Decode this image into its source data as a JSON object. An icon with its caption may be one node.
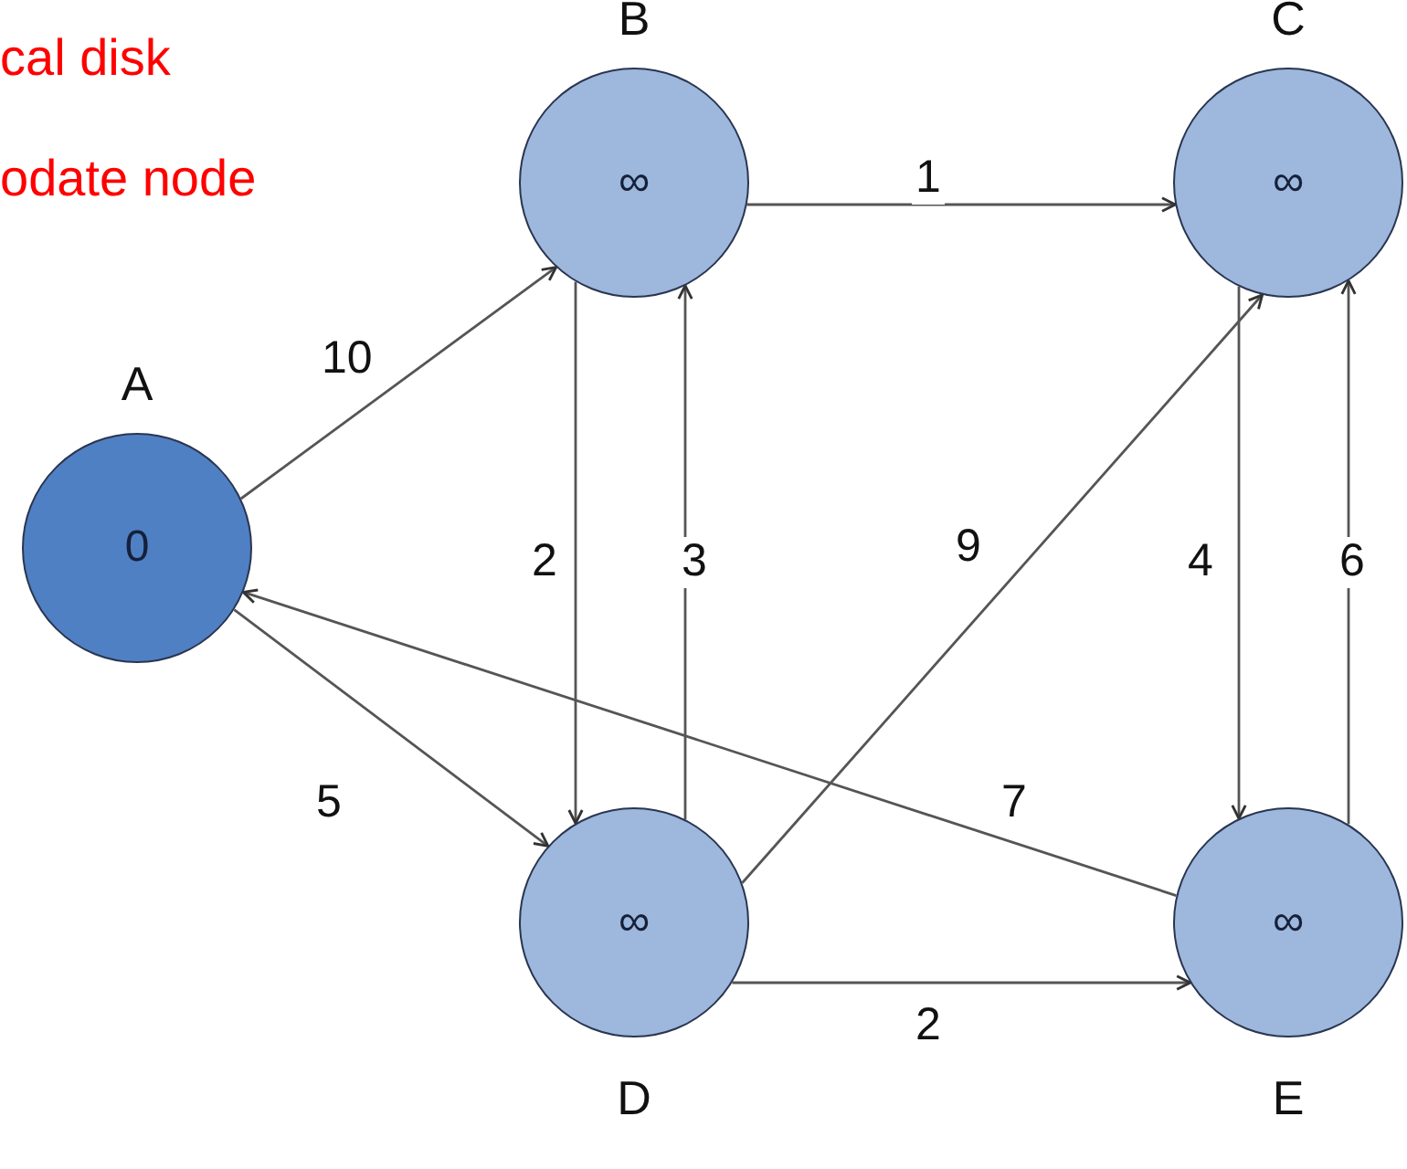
{
  "diagram": {
    "nodes": [
      {
        "text": [
          "A",
          "0"
        ]
      },
      {
        "text": [
          "B",
          "∞"
        ]
      },
      {
        "text": [
          "C",
          "∞"
        ]
      },
      {
        "text": [
          "∞",
          "D"
        ]
      },
      {
        "text": [
          "∞",
          "E"
        ]
      }
    ],
    "edges": [
      {
        "from": 0,
        "to": 1,
        "arrow": "to",
        "label": "10"
      },
      {
        "from": 0,
        "to": 3,
        "arrow": "to",
        "label": "5"
      },
      {
        "from": 1,
        "to": 2,
        "arrow": "to",
        "label": "1"
      },
      {
        "from": 1,
        "to": 3,
        "arrow": "to",
        "label": "2"
      },
      {
        "from": 3,
        "to": 1,
        "arrow": "to",
        "label": "3"
      },
      {
        "from": 3,
        "to": 2,
        "arrow": "to",
        "label": "9"
      },
      {
        "from": 2,
        "to": 4,
        "arrow": "to",
        "label": "4"
      },
      {
        "from": 4,
        "to": 2,
        "arrow": "to",
        "label": "6"
      },
      {
        "from": 4,
        "to": 0,
        "arrow": "to",
        "label": "7"
      },
      {
        "from": 3,
        "to": 4,
        "arrow": "to",
        "label": "2"
      }
    ],
    "labels": [
      "cal disk",
      "odate node"
    ]
  }
}
